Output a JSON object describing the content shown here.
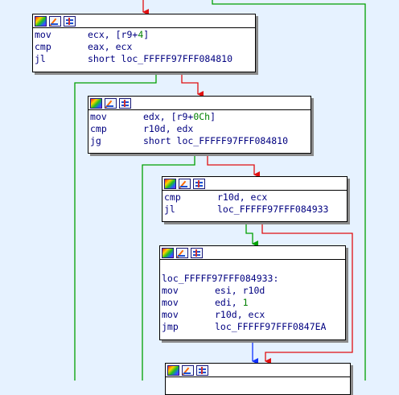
{
  "colors": {
    "background": "#e6f2ff",
    "edge_true": "#00a000",
    "edge_false": "#e01010",
    "edge_jump": "#1030ff",
    "text": "#000080",
    "number": "#008000"
  },
  "blocks": [
    {
      "lines": [
        {
          "mnemonic": "mov",
          "operand_prefix": "ecx, [r9+",
          "number": "4",
          "operand_suffix": "]"
        },
        {
          "mnemonic": "cmp",
          "operand_prefix": "eax, ecx",
          "number": "",
          "operand_suffix": ""
        },
        {
          "mnemonic": "jl",
          "operand_prefix": "short loc_FFFFF97FFF084810",
          "number": "",
          "operand_suffix": ""
        }
      ]
    },
    {
      "lines": [
        {
          "mnemonic": "mov",
          "operand_prefix": "edx, [r9+",
          "number": "0Ch",
          "operand_suffix": "]"
        },
        {
          "mnemonic": "cmp",
          "operand_prefix": "r10d, edx",
          "number": "",
          "operand_suffix": ""
        },
        {
          "mnemonic": "jg",
          "operand_prefix": "short loc_FFFFF97FFF084810",
          "number": "",
          "operand_suffix": ""
        }
      ]
    },
    {
      "lines": [
        {
          "mnemonic": "cmp",
          "operand_prefix": "r10d, ecx",
          "number": "",
          "operand_suffix": ""
        },
        {
          "mnemonic": "jl",
          "operand_prefix": "loc_FFFFF97FFF084933",
          "number": "",
          "operand_suffix": ""
        }
      ]
    },
    {
      "label": "loc_FFFFF97FFF084933:",
      "lines": [
        {
          "mnemonic": "mov",
          "operand_prefix": "esi, r10d",
          "number": "",
          "operand_suffix": ""
        },
        {
          "mnemonic": "mov",
          "operand_prefix": "edi, ",
          "number": "1",
          "operand_suffix": ""
        },
        {
          "mnemonic": "mov",
          "operand_prefix": "r10d, ecx",
          "number": "",
          "operand_suffix": ""
        },
        {
          "mnemonic": "jmp",
          "operand_prefix": "loc_FFFFF97FFF0847EA",
          "number": "",
          "operand_suffix": ""
        }
      ]
    },
    {
      "lines": []
    }
  ]
}
